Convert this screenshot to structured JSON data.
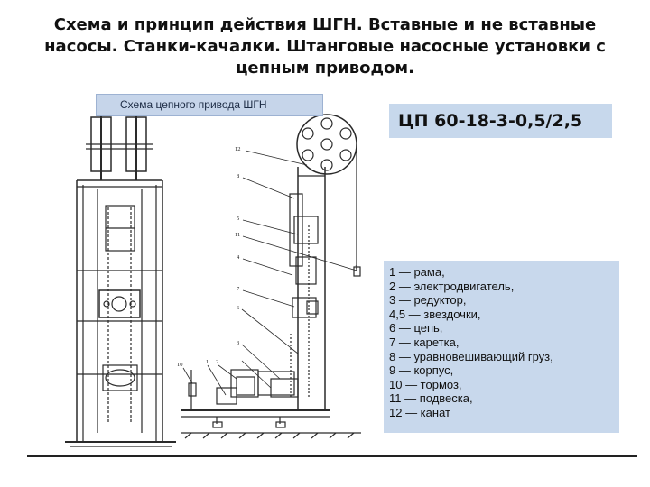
{
  "title": {
    "line1": "Схема и принцип действия  ШГН. Вставные и не вставные",
    "line2": "насосы. Станки-качалки. Штанговые насосные установки с",
    "line3": "цепным приводом."
  },
  "diagram": {
    "caption": "Схема цепного привода ШГН",
    "model": "ЦП 60-18-3-0,5/2,5",
    "callout_numbers": [
      "12",
      "8",
      "5",
      "11",
      "4",
      "7",
      "6",
      "3",
      "10",
      "1",
      "2",
      "1"
    ],
    "legend": [
      "1 — рама,",
      "2 — электродвигатель,",
      "3 — редуктор,",
      "4,5 — звездочки,",
      "6 — цепь,",
      "7 — каретка,",
      "8 — уравновешивающий груз,",
      "9 — корпус,",
      "10 — тормоз,",
      "11 — подвеска,",
      "12 — канат"
    ]
  },
  "colors": {
    "accent_box": "#c8d8ec",
    "line": "#2a2a2a"
  }
}
